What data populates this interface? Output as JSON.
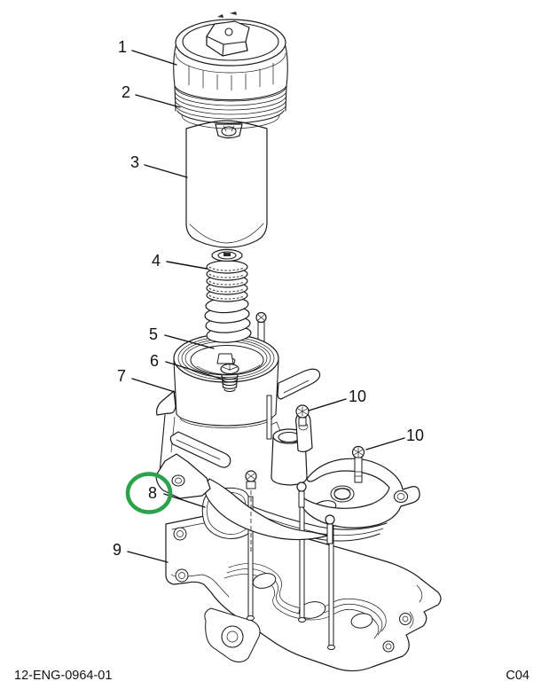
{
  "style": {
    "background": "#ffffff",
    "line_color": "#1b1b1b"
  },
  "callouts": {
    "c1": "1",
    "c2": "2",
    "c3": "3",
    "c4": "4",
    "c5": "5",
    "c6": "6",
    "c7": "7",
    "c8": "8",
    "c9": "9",
    "c10a": "10",
    "c10b": "10"
  },
  "highlight": {
    "shape": "ellipse",
    "color": "#2BA24B",
    "target_callout": "8"
  },
  "footer": {
    "figure_number": "12-ENG-0964-01",
    "revision_code": "C04"
  }
}
